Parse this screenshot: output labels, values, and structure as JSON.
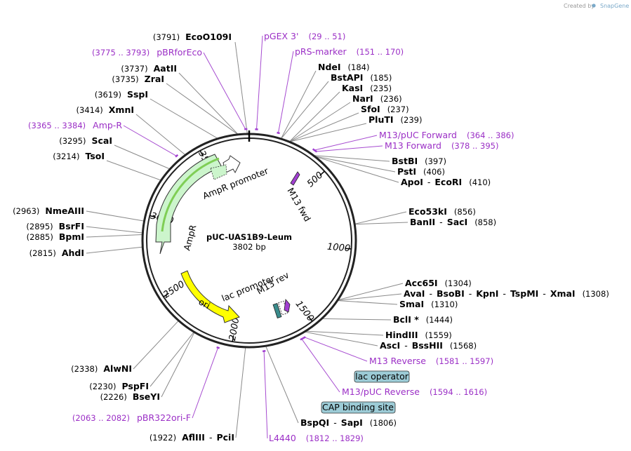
{
  "credit": "Created by",
  "credit_brand": "SnapGene",
  "plasmid": {
    "name": "pUC-UAS1B9-Leum",
    "length": "3802 bp",
    "length_value": 3802
  },
  "ticks": [
    {
      "bp": 500,
      "label": "500"
    },
    {
      "bp": 1000,
      "label": "1000"
    },
    {
      "bp": 1500,
      "label": "1500"
    },
    {
      "bp": 2000,
      "label": "2000"
    },
    {
      "bp": 2500,
      "label": "2500"
    },
    {
      "bp": 3000,
      "label": "3000"
    },
    {
      "bp": 3500,
      "label": "3500"
    }
  ],
  "enzymes": [
    {
      "id": "ecoo109i",
      "pos": "(3791)",
      "names": [
        "EcoO109I"
      ],
      "bp": 3791
    },
    {
      "id": "aatii",
      "pos": "(3737)",
      "names": [
        "AatII"
      ],
      "bp": 3737
    },
    {
      "id": "zrai",
      "pos": "(3735)",
      "names": [
        "ZraI"
      ],
      "bp": 3735
    },
    {
      "id": "sspi",
      "pos": "(3619)",
      "names": [
        "SspI"
      ],
      "bp": 3619
    },
    {
      "id": "xmni",
      "pos": "(3414)",
      "names": [
        "XmnI"
      ],
      "bp": 3414
    },
    {
      "id": "scai",
      "pos": "(3295)",
      "names": [
        "ScaI"
      ],
      "bp": 3295
    },
    {
      "id": "tsoi",
      "pos": "(3214)",
      "names": [
        "TsoI"
      ],
      "bp": 3214
    },
    {
      "id": "nmeaiii",
      "pos": "(2963)",
      "names": [
        "NmeAIII"
      ],
      "bp": 2963
    },
    {
      "id": "bsrfi",
      "pos": "(2895)",
      "names": [
        "BsrFI"
      ],
      "bp": 2895
    },
    {
      "id": "bpmi",
      "pos": "(2885)",
      "names": [
        "BpmI"
      ],
      "bp": 2885
    },
    {
      "id": "ahdi",
      "pos": "(2815)",
      "names": [
        "AhdI"
      ],
      "bp": 2815
    },
    {
      "id": "alwni",
      "pos": "(2338)",
      "names": [
        "AlwNI"
      ],
      "bp": 2338
    },
    {
      "id": "pspfi",
      "pos": "(2230)",
      "names": [
        "PspFI"
      ],
      "bp": 2230
    },
    {
      "id": "bseyi",
      "pos": "(2226)",
      "names": [
        "BseYI"
      ],
      "bp": 2226
    },
    {
      "id": "afliii",
      "pos": "(1922)",
      "names": [
        "AflIII",
        "PciI"
      ],
      "bp": 1922
    },
    {
      "id": "ndei",
      "pos": "(184)",
      "names": [
        "NdeI"
      ],
      "bp": 184
    },
    {
      "id": "bstapi",
      "pos": "(185)",
      "names": [
        "BstAPI"
      ],
      "bp": 185
    },
    {
      "id": "kasi",
      "pos": "(235)",
      "names": [
        "KasI"
      ],
      "bp": 235
    },
    {
      "id": "nari",
      "pos": "(236)",
      "names": [
        "NarI"
      ],
      "bp": 236
    },
    {
      "id": "sfoi",
      "pos": "(237)",
      "names": [
        "SfoI"
      ],
      "bp": 237
    },
    {
      "id": "pluti",
      "pos": "(239)",
      "names": [
        "PluTI"
      ],
      "bp": 239
    },
    {
      "id": "bstbi",
      "pos": "(397)",
      "names": [
        "BstBI"
      ],
      "bp": 397
    },
    {
      "id": "psti",
      "pos": "(406)",
      "names": [
        "PstI"
      ],
      "bp": 406
    },
    {
      "id": "apoi",
      "pos": "(410)",
      "names": [
        "ApoI",
        "EcoRI"
      ],
      "bp": 410
    },
    {
      "id": "eco53ki",
      "pos": "(856)",
      "names": [
        "Eco53kI"
      ],
      "bp": 856
    },
    {
      "id": "banii",
      "pos": "(858)",
      "names": [
        "BanII",
        "SacI"
      ],
      "bp": 858
    },
    {
      "id": "acc65i",
      "pos": "(1304)",
      "names": [
        "Acc65I"
      ],
      "bp": 1304
    },
    {
      "id": "avai",
      "pos": "(1308)",
      "names": [
        "AvaI",
        "BsoBI",
        "KpnI",
        "TspMI",
        "XmaI"
      ],
      "bp": 1308
    },
    {
      "id": "smai",
      "pos": "(1310)",
      "names": [
        "SmaI"
      ],
      "bp": 1310
    },
    {
      "id": "bcli",
      "pos": "(1444)",
      "names": [
        "BclI *"
      ],
      "bp": 1444
    },
    {
      "id": "hindiii",
      "pos": "(1559)",
      "names": [
        "HindIII"
      ],
      "bp": 1559
    },
    {
      "id": "asci",
      "pos": "(1568)",
      "names": [
        "AscI",
        "BssHII"
      ],
      "bp": 1568
    },
    {
      "id": "bspqi",
      "pos": "(1806)",
      "names": [
        "BspQI",
        "SapI"
      ],
      "bp": 1806
    }
  ],
  "primers": [
    {
      "id": "pgex3",
      "name": "pGEX 3'",
      "range": "(29 .. 51)",
      "bp": 40
    },
    {
      "id": "prs-marker",
      "name": "pRS-marker",
      "range": "(151 .. 170)",
      "bp": 160
    },
    {
      "id": "pbrforeco",
      "name": "pBRforEco",
      "range": "(3775 .. 3793)",
      "bp": 3784
    },
    {
      "id": "amp-r",
      "name": "Amp-R",
      "range": "(3365 .. 3384)",
      "bp": 3374
    },
    {
      "id": "m13-puc-forward",
      "name": "M13/pUC Forward",
      "range": "(364 .. 386)",
      "bp": 375
    },
    {
      "id": "m13-forward",
      "name": "M13 Forward",
      "range": "(378 .. 395)",
      "bp": 386
    },
    {
      "id": "m13-reverse",
      "name": "M13 Reverse",
      "range": "(1581 .. 1597)",
      "bp": 1589
    },
    {
      "id": "m13-puc-reverse",
      "name": "M13/pUC Reverse",
      "range": "(1594 .. 1616)",
      "bp": 1605
    },
    {
      "id": "pbr322ori-f",
      "name": "pBR322ori-F",
      "range": "(2063 .. 2082)",
      "bp": 2072
    },
    {
      "id": "l4440",
      "name": "L4440",
      "range": "(1812 .. 1829)",
      "bp": 1820
    }
  ],
  "boxed_features": [
    {
      "id": "lac-operator",
      "label": "lac operator"
    },
    {
      "id": "cap-binding-site",
      "label": "CAP binding site"
    }
  ],
  "features": {
    "ampr_promoter": "AmpR promoter",
    "ampr": "AmpR",
    "ori": "ori",
    "lac_promoter": "lac promoter",
    "m13_rev": "M13 rev",
    "m13_fwd": "M13 fwd"
  },
  "colors": {
    "ampr": "#ccf5cc",
    "ampr_inner": "#8dd96b",
    "ori": "#ffff00",
    "primer": "#a13fd1",
    "box_fill": "#9ccbd6",
    "backbone": "#222222"
  }
}
